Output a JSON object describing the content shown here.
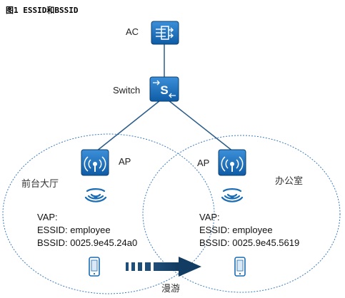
{
  "caption": "图1 ESSID和BSSID",
  "nodes": {
    "ac": "AC",
    "switch": "Switch",
    "ap_left": "AP",
    "ap_right": "AP"
  },
  "zones": {
    "left": "前台大厅",
    "right": "办公室"
  },
  "vap_left": {
    "title": "VAP:",
    "essid": "ESSID: employee",
    "bssid": "BSSID: 0025.9e45.24a0"
  },
  "vap_right": {
    "title": "VAP:",
    "essid": "ESSID: employee",
    "bssid": "BSSID: 0025.9e45.5619"
  },
  "roam_label": "漫游",
  "colors": {
    "device_blue": "#1a6cb4",
    "device_dark": "#0e4d86",
    "circle": "#3a7bbf",
    "link": "#2a5c8a",
    "arrow": "#1f4e79"
  }
}
